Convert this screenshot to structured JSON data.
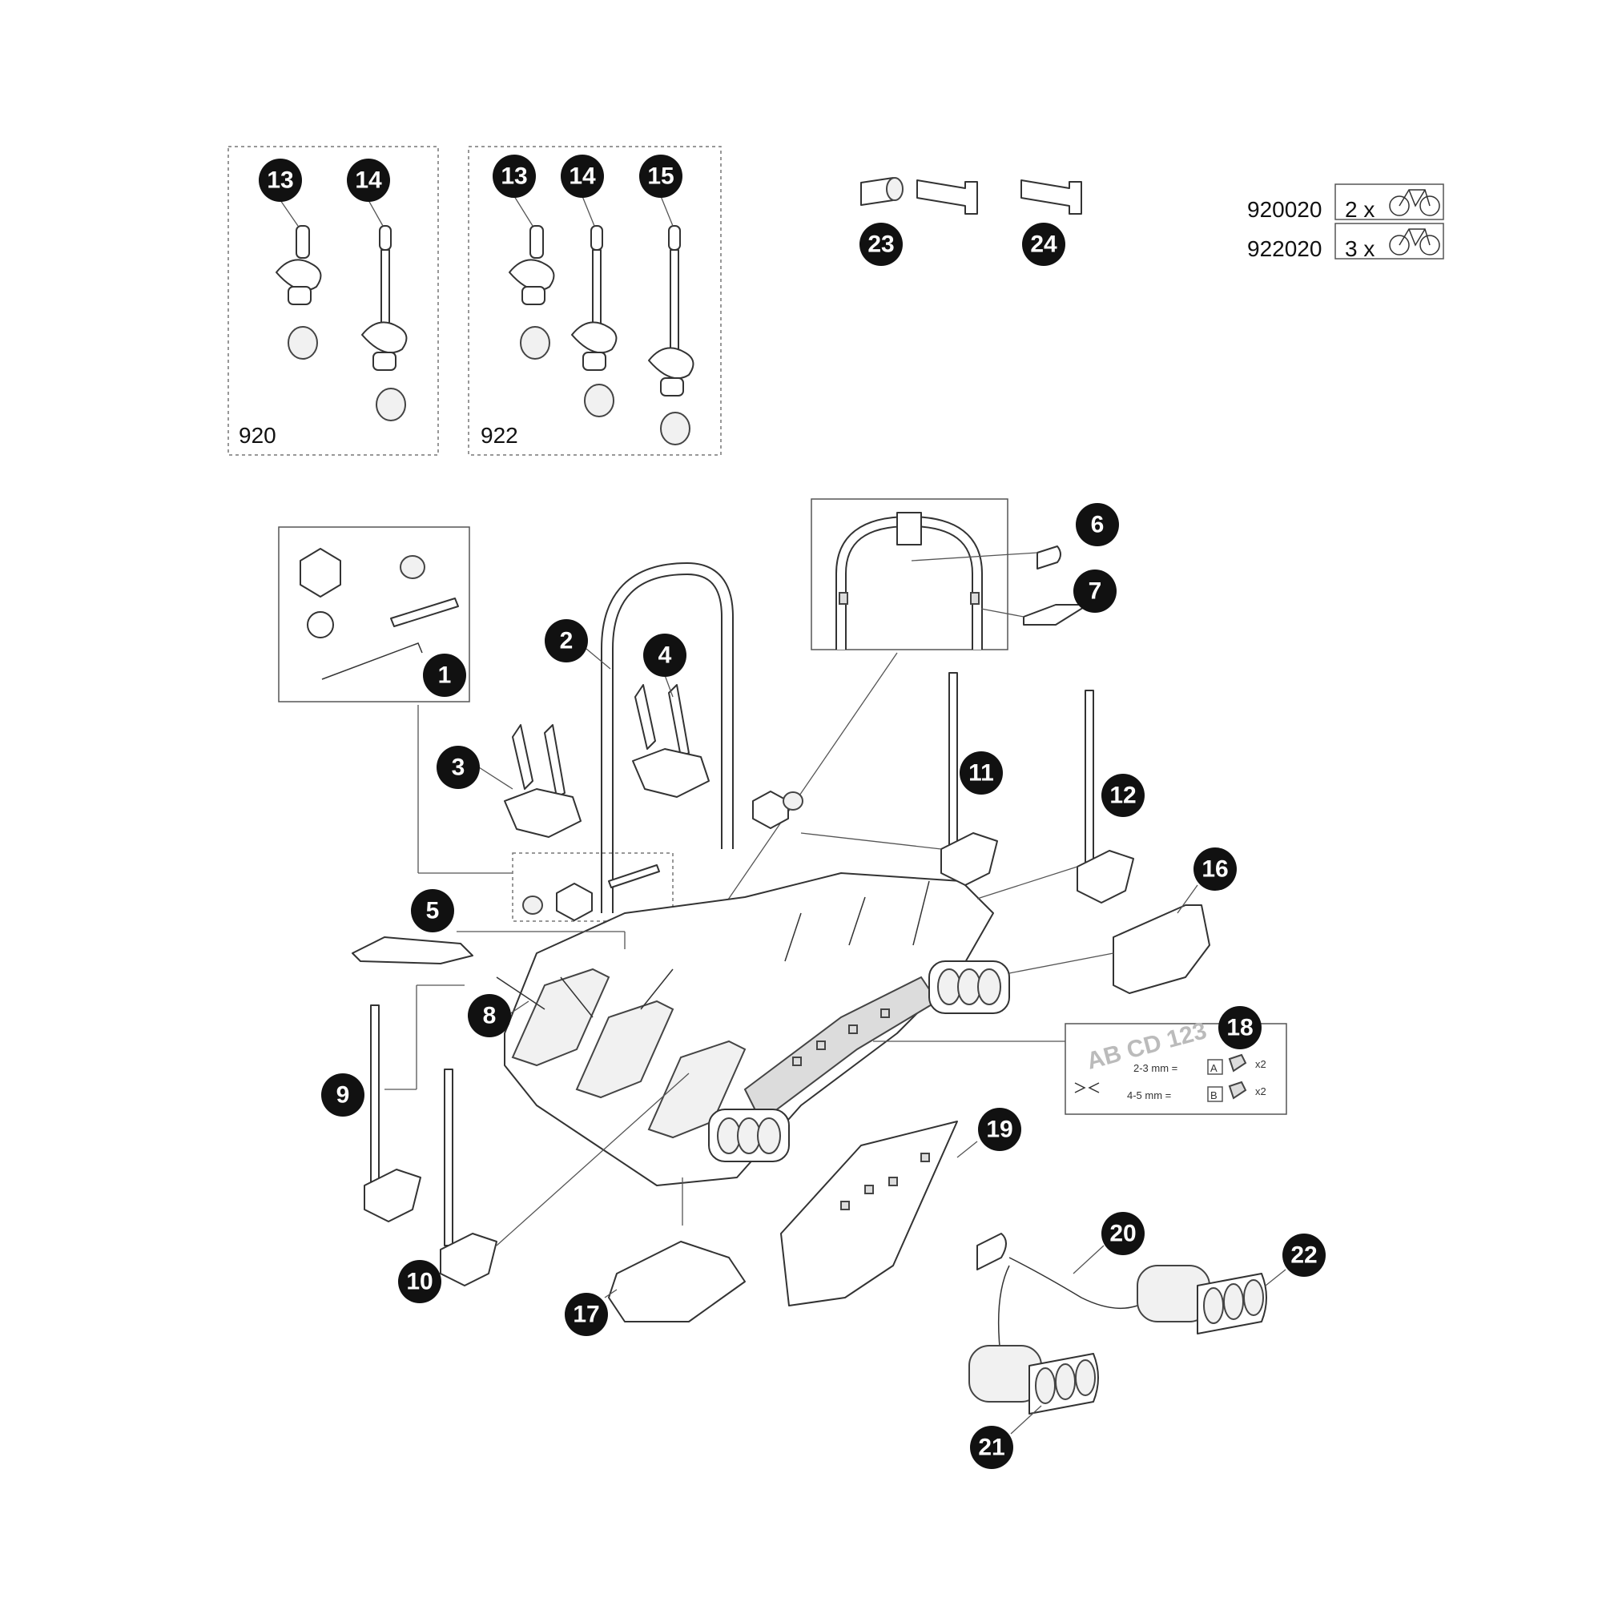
{
  "kit_920": {
    "label": "920"
  },
  "kit_922": {
    "label": "922"
  },
  "models": [
    {
      "code": "920020",
      "count": "2 x"
    },
    {
      "code": "922020",
      "count": "3 x"
    }
  ],
  "plate": {
    "text": "AB CD 123",
    "rows": [
      {
        "thickness": "2-3 mm =",
        "letter": "A",
        "qty": "x2"
      },
      {
        "thickness": "4-5 mm =",
        "letter": "B",
        "qty": "x2"
      }
    ]
  },
  "callouts": [
    "1",
    "2",
    "3",
    "4",
    "5",
    "6",
    "7",
    "8",
    "9",
    "10",
    "11",
    "12",
    "13",
    "14",
    "15",
    "16",
    "17",
    "18",
    "19",
    "20",
    "21",
    "22",
    "23",
    "24"
  ]
}
